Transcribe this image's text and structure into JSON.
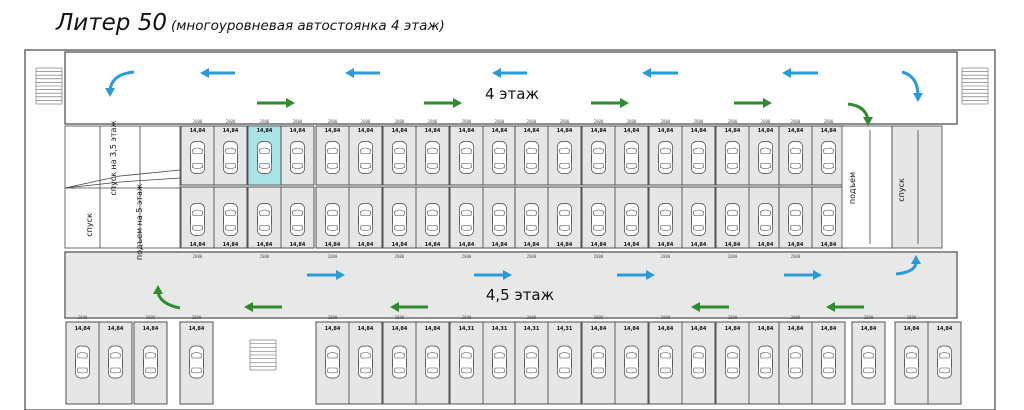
{
  "title": {
    "main": "Литер 50",
    "sub": "(многоуровневая автостоянка 4 этаж)"
  },
  "floor_labels": {
    "upper": "4 этаж",
    "lower": "4,5 этаж"
  },
  "ramp_labels": {
    "down_35": "спуск на 3,5 этаж",
    "down": "спуск",
    "up_5": "подъем на 5 этаж",
    "up_right": "подъем",
    "down_right": "спуск"
  },
  "space_numbers": [
    "14,84",
    "14,31"
  ],
  "dimensions": [
    "2800",
    "2700",
    "5300"
  ],
  "colors": {
    "blue_arrow": "#2a9bd7",
    "green_arrow": "#2e8b2e",
    "highlight": "#a8e4e6",
    "bay_fill": "#e6e6e6",
    "aisle_fill": "#e8e8e8",
    "line": "#444444"
  },
  "icons": [
    "car-icon",
    "stair-icon",
    "blue-arrow-icon",
    "green-arrow-icon"
  ]
}
